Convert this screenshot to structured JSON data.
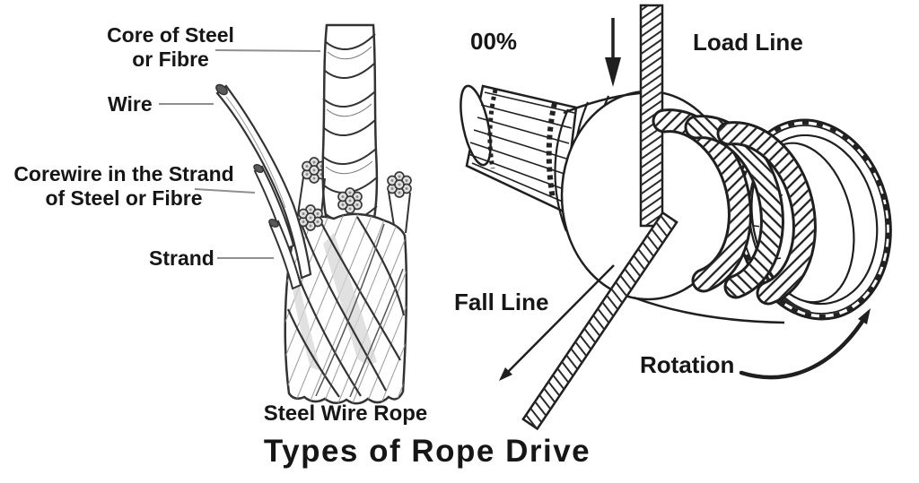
{
  "page": {
    "background": "#ffffff",
    "ink": "#1f1f1f",
    "leader_line_color": "#8f8f8f"
  },
  "title": "Types of Rope Drive",
  "left_figure": {
    "caption": "Steel Wire Rope",
    "labels": {
      "core_line1": "Core of Steel",
      "core_line2": "or Fibre",
      "wire": "Wire",
      "corewire_line1": "Corewire in the Strand",
      "corewire_line2": "of Steel or Fibre",
      "strand": "Strand"
    }
  },
  "right_figure": {
    "labels": {
      "percent": "00%",
      "load_line": "Load Line",
      "fall_line": "Fall Line",
      "rotation": "Rotation"
    },
    "icons": {
      "down_arrow": "↓",
      "fall_line_arrow": "↙",
      "rotation_arrow": "↻"
    }
  }
}
